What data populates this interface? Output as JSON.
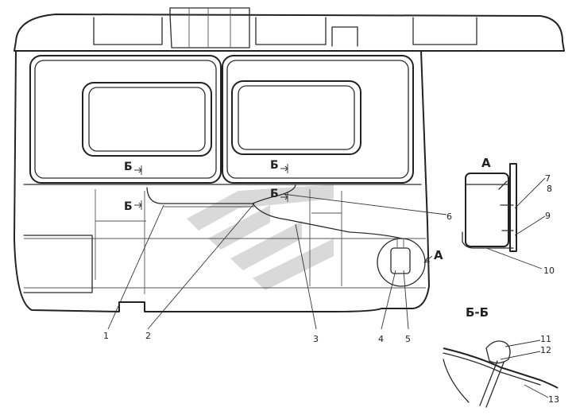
{
  "view_labels": {
    "section_mark": "Б",
    "view_a": "А",
    "section_bb": "Б-Б"
  },
  "callouts": [
    "1",
    "2",
    "3",
    "4",
    "5",
    "6",
    "7",
    "8",
    "9",
    "10",
    "11",
    "12",
    "13"
  ]
}
